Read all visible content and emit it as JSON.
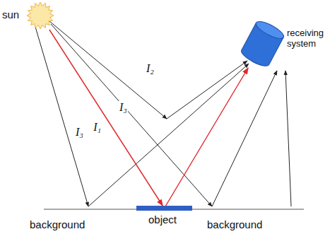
{
  "diagram": {
    "nodes": [
      {
        "text": [
          "sun"
        ]
      },
      {
        "text": [
          "receiving system"
        ]
      },
      {
        "text": [
          "object"
        ]
      }
    ],
    "edges": [
      {
        "from": 0,
        "to": 2,
        "label": "I₁",
        "arrow": "to"
      },
      {
        "from": 2,
        "to": 1,
        "arrow": "to"
      }
    ],
    "labels": [
      "I₂",
      "I₃",
      "I₃",
      "background",
      "background"
    ]
  }
}
